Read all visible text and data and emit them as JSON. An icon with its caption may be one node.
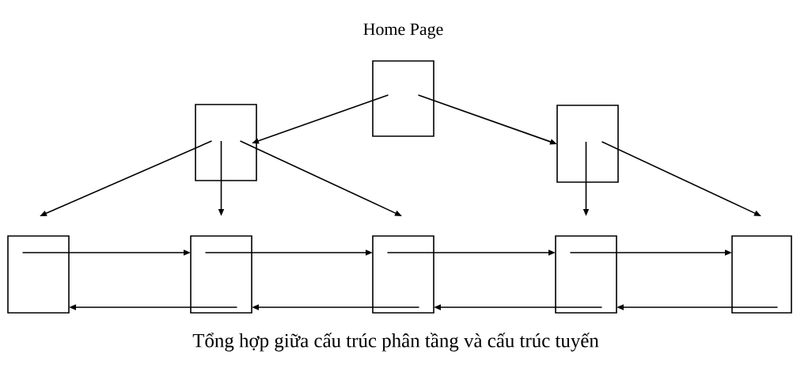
{
  "diagram": {
    "caption": "Tổng hợp giữa cấu trúc phân tầng và cấu trúc tuyến",
    "nodes": [
      {
        "text": [
          "Home Page"
        ]
      },
      {
        "text": [],
        "shape": "box"
      },
      {
        "text": [],
        "shape": "box"
      },
      {
        "text": [],
        "shape": "box"
      },
      {
        "text": [],
        "shape": "box"
      },
      {
        "text": [],
        "shape": "box"
      },
      {
        "text": [],
        "shape": "box"
      },
      {
        "text": [],
        "shape": "box"
      }
    ],
    "edges": [
      {
        "from": 0,
        "to": 1,
        "arrow": "to"
      },
      {
        "from": 0,
        "to": 2,
        "arrow": "to"
      },
      {
        "from": 1,
        "to": 3,
        "arrow": "to"
      },
      {
        "from": 1,
        "to": 4,
        "arrow": "to"
      },
      {
        "from": 1,
        "to": 5,
        "arrow": "to"
      },
      {
        "from": 2,
        "to": 6,
        "arrow": "to"
      },
      {
        "from": 2,
        "to": 7,
        "arrow": "to"
      },
      {
        "from": 3,
        "to": 4,
        "arrow": "to"
      },
      {
        "from": 4,
        "to": 3,
        "arrow": "to"
      },
      {
        "from": 4,
        "to": 5,
        "arrow": "to"
      },
      {
        "from": 5,
        "to": 4,
        "arrow": "to"
      },
      {
        "from": 5,
        "to": 6,
        "arrow": "to"
      },
      {
        "from": 6,
        "to": 5,
        "arrow": "to"
      },
      {
        "from": 6,
        "to": 7,
        "arrow": "to"
      },
      {
        "from": 7,
        "to": 6,
        "arrow": "to"
      }
    ]
  }
}
